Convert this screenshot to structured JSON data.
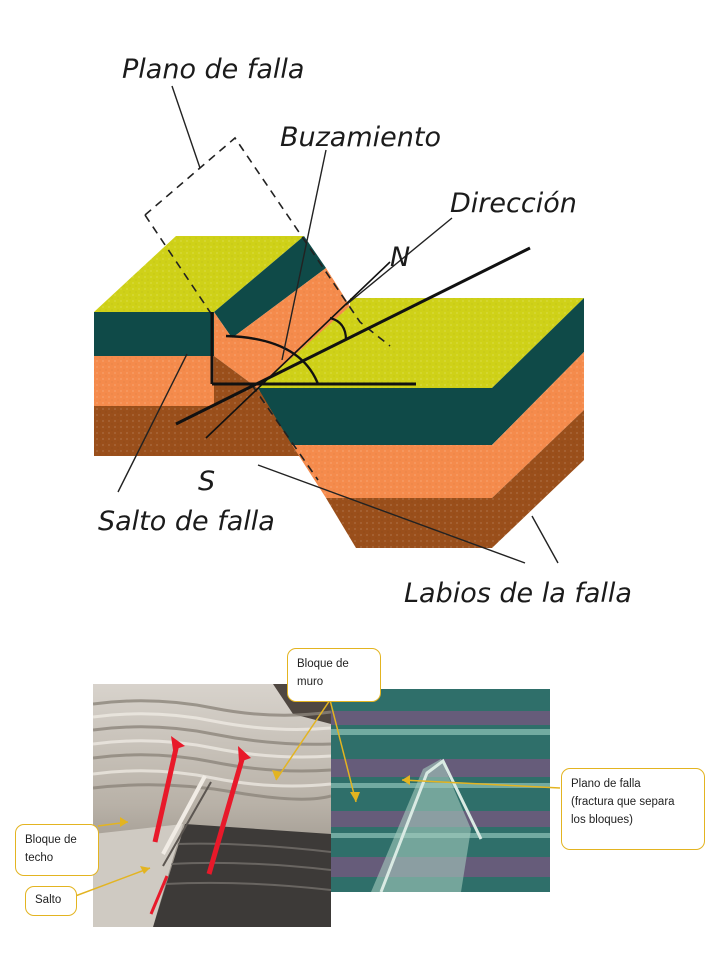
{
  "diagram": {
    "labels": {
      "plano_de_falla": "Plano de falla",
      "buzamiento": "Buzamiento",
      "direccion": "Dirección",
      "north": "N",
      "south": "S",
      "salto_de_falla": "Salto de falla",
      "labios_de_la_falla": "Labios de la falla"
    },
    "colors": {
      "top_surface": "#cfd118",
      "dark_layer": "#0f4a48",
      "orange_layer": "#f58b4c",
      "brown_layer": "#9a4f1b"
    }
  },
  "photos": {
    "callouts": {
      "bloque_de_muro": "Bloque de\nmuro",
      "plano_de_falla": "Plano de falla\n(fractura que separa\nlos bloques)",
      "bloque_de_techo": "Bloque de\ntecho",
      "salto": "Salto"
    },
    "colors": {
      "callout_border": "#e3b421",
      "arrow_red": "#e8192a"
    }
  }
}
